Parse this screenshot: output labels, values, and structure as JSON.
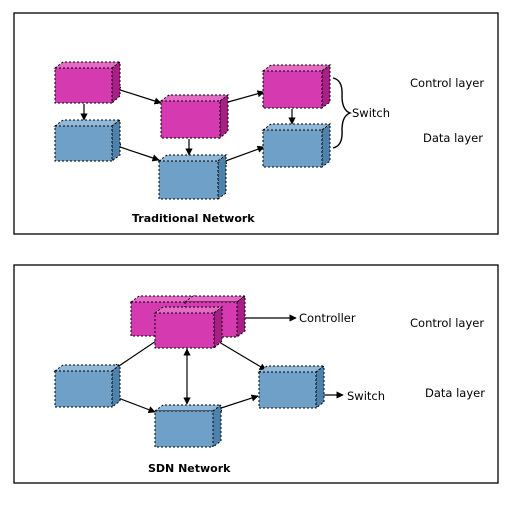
{
  "traditional": {
    "caption": "Traditional Network",
    "control_layer_label": "Control layer",
    "data_layer_label": "Data layer",
    "switch_label": "Switch"
  },
  "sdn": {
    "caption": "SDN Network",
    "control_layer_label": "Control layer",
    "data_layer_label": "Data layer",
    "controller_label": "Controller",
    "switch_label": "Switch"
  },
  "colors": {
    "control_cube": "#d63ab0",
    "data_cube": "#6fa0c8",
    "stroke": "#000000"
  }
}
